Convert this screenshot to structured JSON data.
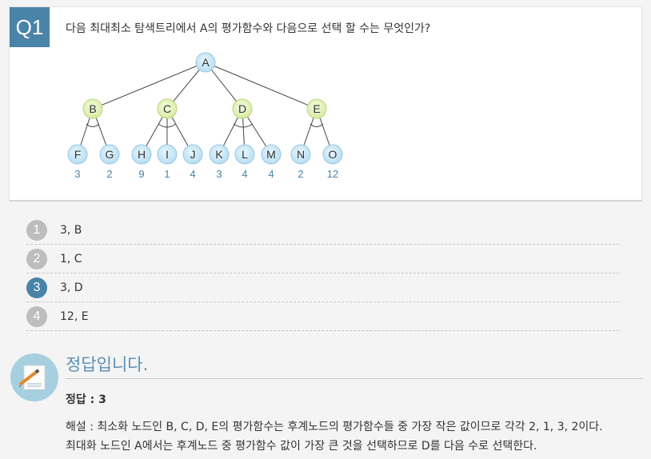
{
  "question": {
    "number": "Q1",
    "text": "다음 최대최소 탐색트리에서 A의 평가함수와 다음으로 선택 할 수는 무엇인가?"
  },
  "tree": {
    "root": "A",
    "level1": [
      "B",
      "C",
      "D",
      "E"
    ],
    "leaves": [
      {
        "label": "F",
        "value": "3"
      },
      {
        "label": "G",
        "value": "2"
      },
      {
        "label": "H",
        "value": "9"
      },
      {
        "label": "I",
        "value": "1"
      },
      {
        "label": "J",
        "value": "4"
      },
      {
        "label": "K",
        "value": "3"
      },
      {
        "label": "L",
        "value": "4"
      },
      {
        "label": "M",
        "value": "4"
      },
      {
        "label": "N",
        "value": "2"
      },
      {
        "label": "O",
        "value": "12"
      }
    ],
    "colors": {
      "root": "#c9e7f7",
      "level1": "#e3f2bd",
      "leaf": "#c9e7f7",
      "value_text": "#4a83a8"
    }
  },
  "options": [
    {
      "num": "1",
      "label": "3, B",
      "selected": false
    },
    {
      "num": "2",
      "label": "1, C",
      "selected": false
    },
    {
      "num": "3",
      "label": "3, D",
      "selected": true
    },
    {
      "num": "4",
      "label": "12, E",
      "selected": false
    }
  ],
  "answer": {
    "title": "정답입니다.",
    "key": "정답 : 3",
    "explanation_line1": "해설 : 최소화 노드인 B, C, D, E의 평가함수는 후계노드의 평가함수들 중 가장 작은 값이므로 각각 2, 1, 3, 2이다.",
    "explanation_line2": "최대화 노드인 A에서는 후계노드 중 평가함수 값이 가장 큰 것을 선택하므로 D를 다음 수로 선택한다."
  },
  "colors": {
    "accent": "#4a83a8",
    "option_inactive": "#bdbdbd",
    "answer_title": "#5a8fb4"
  }
}
